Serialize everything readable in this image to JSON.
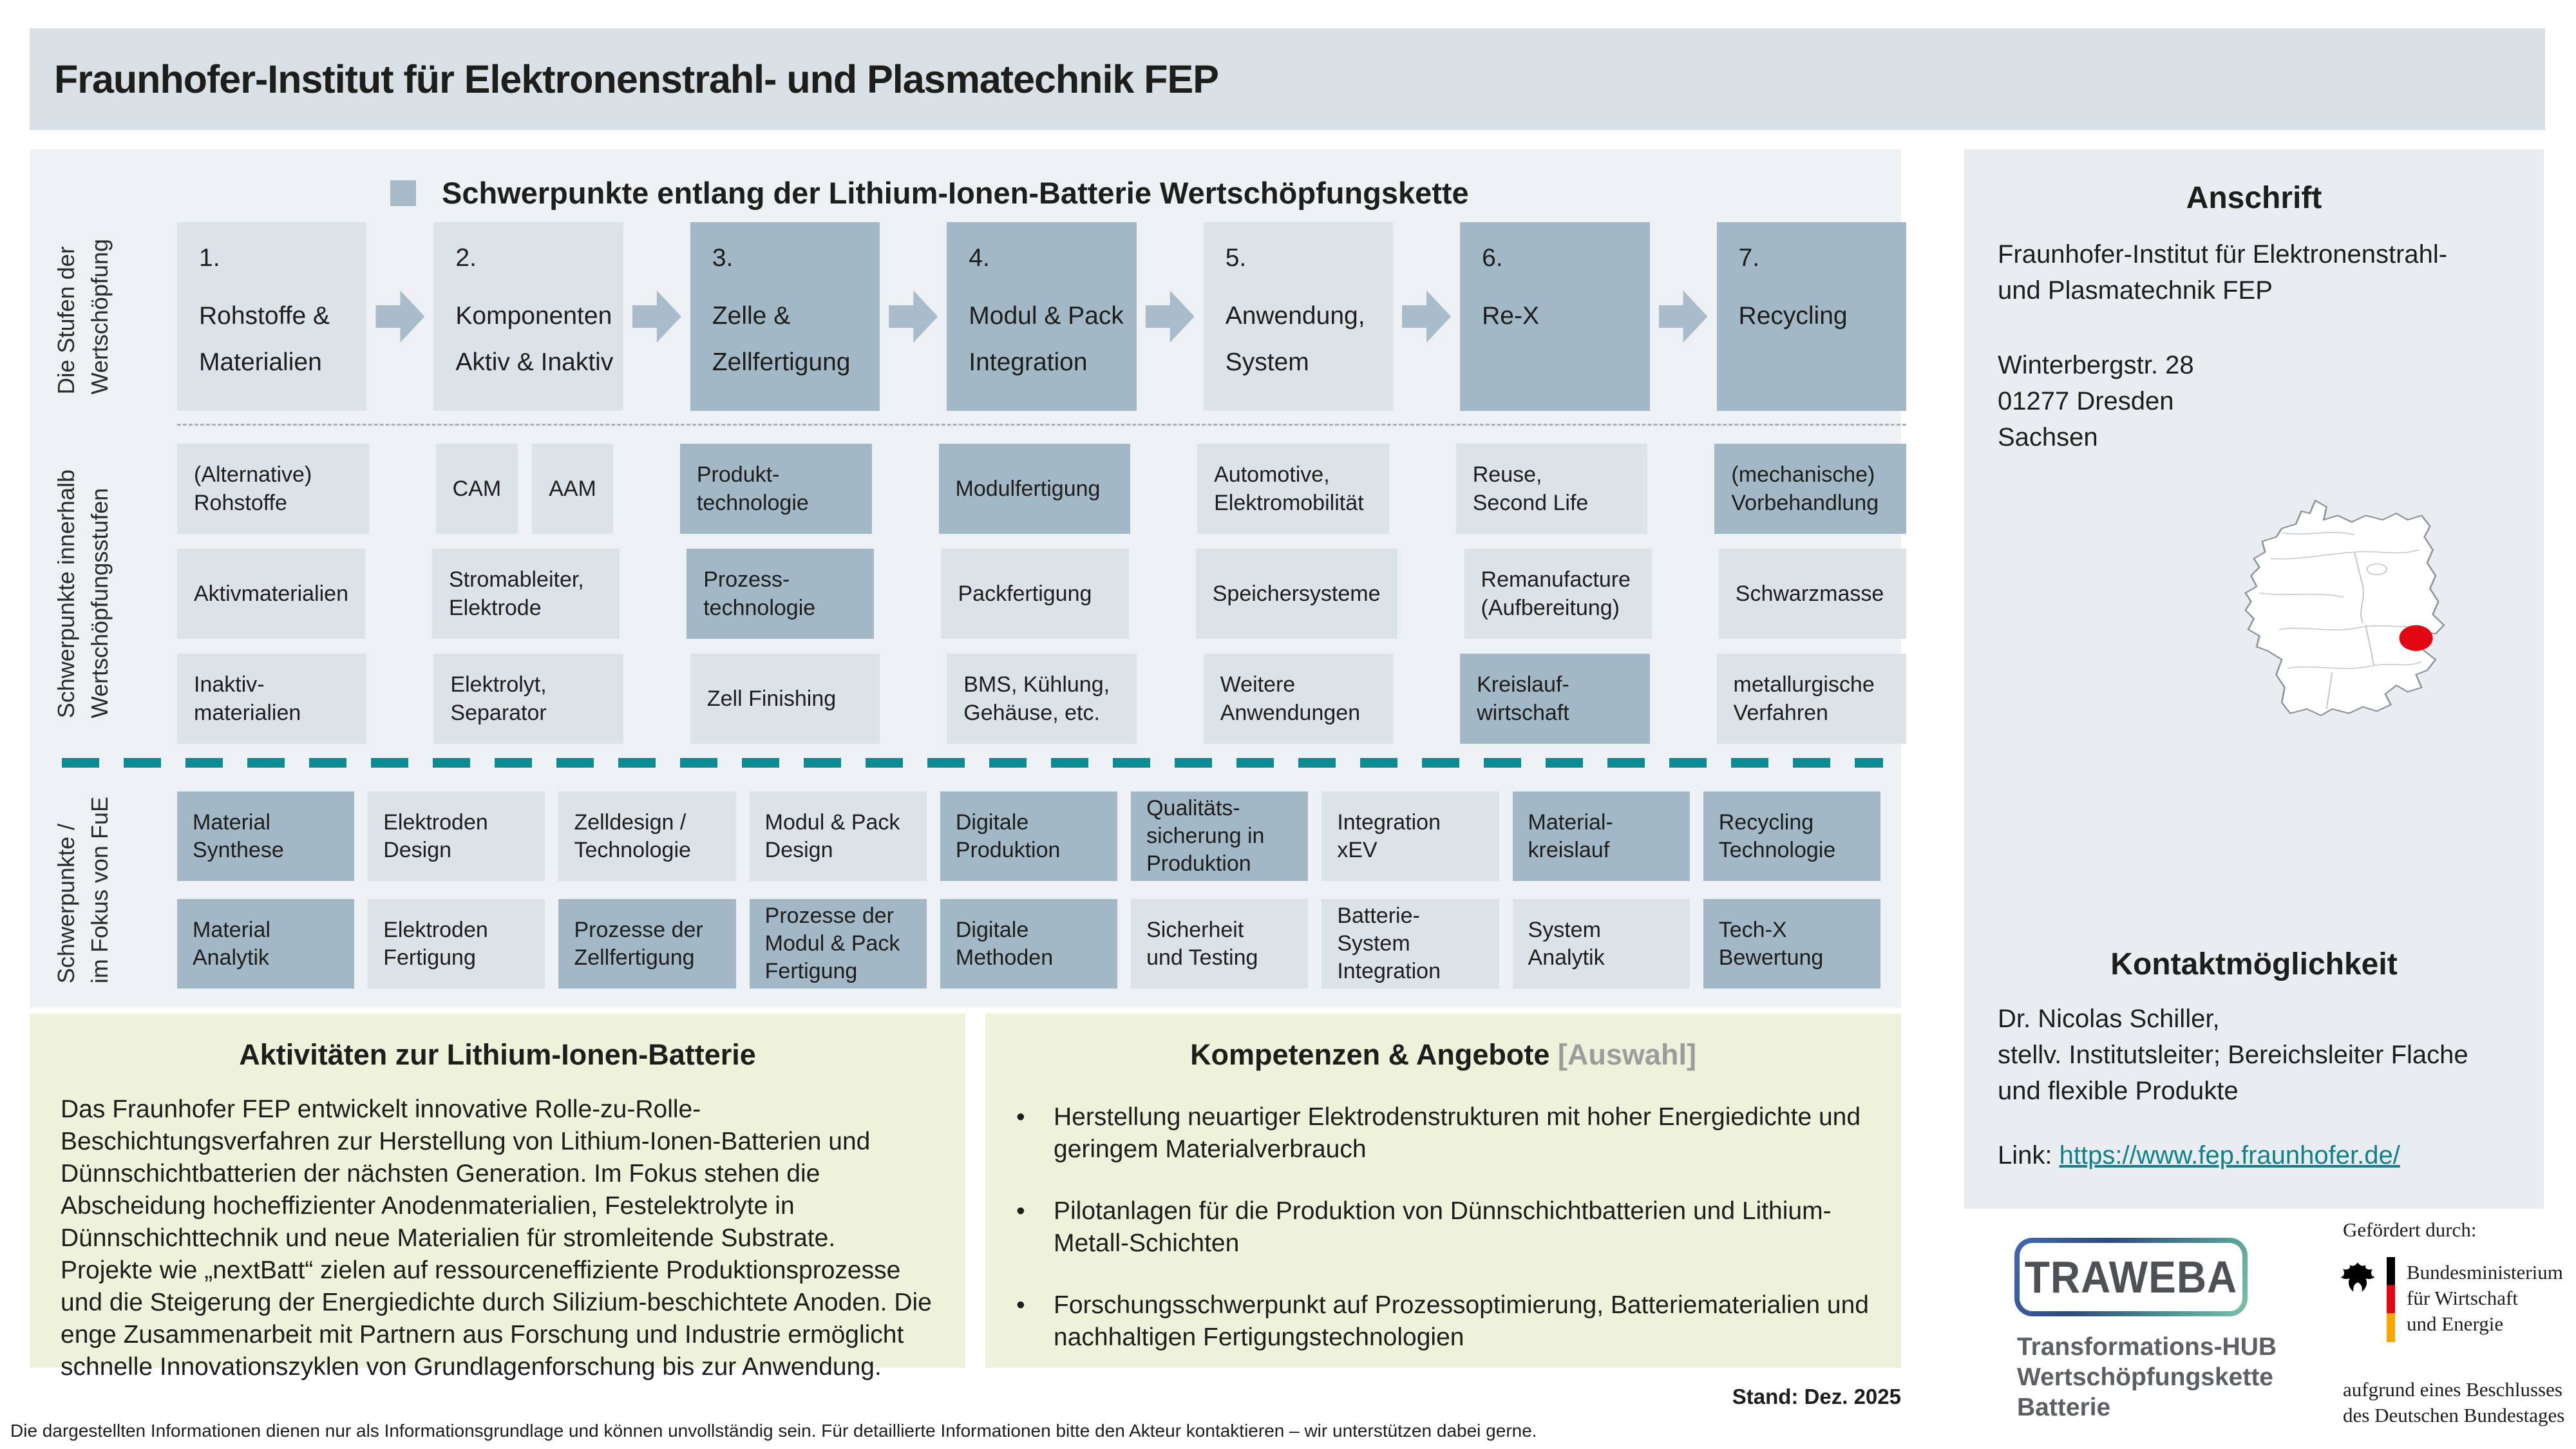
{
  "header": {
    "title": "Fraunhofer-Institut für Elektronenstrahl- und Plasmatechnik FEP"
  },
  "main": {
    "section_title": "Schwerpunkte entlang der Lithium-Ionen-Batterie Wertschöpfungskette",
    "side_labels": {
      "stages": "Die Stufen der\nWertschöpfung",
      "focus": "Schwerpunkte innerhalb\nWertschöpfungsstufen",
      "fue": "Schwerpunkte /\nim Fokus  von FuE"
    },
    "stages": [
      {
        "num": "1.",
        "name": "Rohstoffe &\nMaterialien"
      },
      {
        "num": "2.",
        "name": "Komponenten\nAktiv & Inaktiv"
      },
      {
        "num": "3.",
        "name": "Zelle &\nZellfertigung"
      },
      {
        "num": "4.",
        "name": "Modul & Pack\nIntegration"
      },
      {
        "num": "5.",
        "name": "Anwendung,\nSystem"
      },
      {
        "num": "6.",
        "name": "Re-X"
      },
      {
        "num": "7.",
        "name": "Recycling"
      }
    ],
    "grid": {
      "col1": [
        "(Alternative)\nRohstoffe",
        "Aktivmaterialien",
        "Inaktiv-\nmaterialien"
      ],
      "col2a": [
        "CAM",
        "AAM"
      ],
      "col2": [
        "Stromableiter,\nElektrode",
        "Elektrolyt,\nSeparator"
      ],
      "col3": [
        "Produkt-\ntechnologie",
        "Prozess-\ntechnologie",
        "Zell Finishing"
      ],
      "col4": [
        "Modulfertigung",
        "Packfertigung",
        "BMS, Kühlung,\nGehäuse, etc."
      ],
      "col5": [
        "Automotive,\nElektromobilität",
        "Speichersysteme",
        "Weitere\nAnwendungen"
      ],
      "col6": [
        "Reuse,\nSecond Life",
        "Remanufacture\n(Aufbereitung)",
        "Kreislauf-\nwirtschaft"
      ],
      "col7": [
        "(mechanische)\nVorbehandlung",
        "Schwarzmasse",
        "metallurgische\nVerfahren"
      ]
    },
    "fue_row1": [
      "Material\nSynthese",
      "Elektroden\nDesign",
      "Zelldesign /\nTechnologie",
      "Modul & Pack\nDesign",
      "Digitale\nProduktion",
      "Qualitäts-\nsicherung in\nProduktion",
      "Integration\nxEV",
      "Material-\nkreislauf",
      "Recycling\nTechnologie"
    ],
    "fue_row2": [
      "Material\nAnalytik",
      "Elektroden\nFertigung",
      "Prozesse der\nZellfertigung",
      "Prozesse der\nModul & Pack\nFertigung",
      "Digitale\nMethoden",
      "Sicherheit\nund Testing",
      "Batterie-\nSystem\nIntegration",
      "System\nAnalytik",
      "Tech-X\nBewertung"
    ]
  },
  "sidebar": {
    "anschrift_title": "Anschrift",
    "institute": "Fraunhofer-Institut für Elektronenstrahl-\nund Plasmatechnik FEP",
    "street": "Winterbergstr.  28",
    "city": "01277 Dresden",
    "state": "Sachsen",
    "kontakt_title": "Kontaktmöglichkeit",
    "contact_name": "Dr. Nicolas Schiller,",
    "contact_role": "stellv. Institutsleiter; Bereichsleiter Flache und flexible Produkte",
    "link_label": "Link: ",
    "link_url": "https://www.fep.fraunhofer.de/"
  },
  "activities": {
    "title": "Aktivitäten zur Lithium-Ionen-Batterie",
    "body": "Das Fraunhofer FEP entwickelt innovative Rolle-zu-Rolle-Beschichtungsverfahren zur Herstellung von Lithium-Ionen-Batterien und Dünnschichtbatterien der nächsten Generation. Im Fokus stehen die Abscheidung hocheffizienter Anodenmaterialien, Festelektrolyte in Dünnschichttechnik und neue Materialien für stromleitende Substrate. Projekte wie „nextBatt“ zielen auf ressourceneffiziente Produktionsprozesse und die Steigerung der Energiedichte durch Silizium-beschichtete Anoden. Die enge Zusammenarbeit mit Partnern aus Forschung und Industrie ermöglicht schnelle Innovationszyklen von Grundlagenforschung bis zur Anwendung."
  },
  "competences": {
    "title": "Kompetenzen & Angebote",
    "title_suffix": " [Auswahl]",
    "bullet_glyph": "•",
    "bullets": [
      "Herstellung neuartiger Elektrodenstrukturen mit hoher Energiedichte und geringem Materialverbrauch",
      "Pilotanlagen für die Produktion von Dünnschichtbatterien und Lithium-Metall-Schichten",
      "Forschungsschwerpunkt auf Prozessoptimierung, Batteriematerialien und nachhaltigen Fertigungstechnologien"
    ]
  },
  "logos": {
    "traweba": "TRAWEBA",
    "traweba_sub": "Transformations-HUB\nWertschöpfungskette\nBatterie",
    "funded_by": "Gefördert durch:",
    "ministry": "Bundesministerium\nfür Wirtschaft\nund Energie",
    "decree": "aufgrund eines Beschlusses\ndes Deutschen Bundestages"
  },
  "footer": {
    "stand": "Stand: Dez. 2025",
    "disclaimer": "Die dargestellten Informationen dienen nur als Informationsgrundlage und können unvollständig sein. Für detaillierte Informationen bitte den Akteur kontaktieren – wir unterstützen dabei gerne."
  },
  "colors": {
    "header_bg": "#d9e1e7",
    "panel_bg": "#edf1f4",
    "box_light": "#dbe2e8",
    "box_highlight": "#a3b8c6",
    "arrow": "#a8bcc9",
    "teal_dash": "#0d8b92",
    "link": "#0f8287",
    "bottom_box_bg": "#eef2da",
    "map_dot": "#e30613"
  }
}
